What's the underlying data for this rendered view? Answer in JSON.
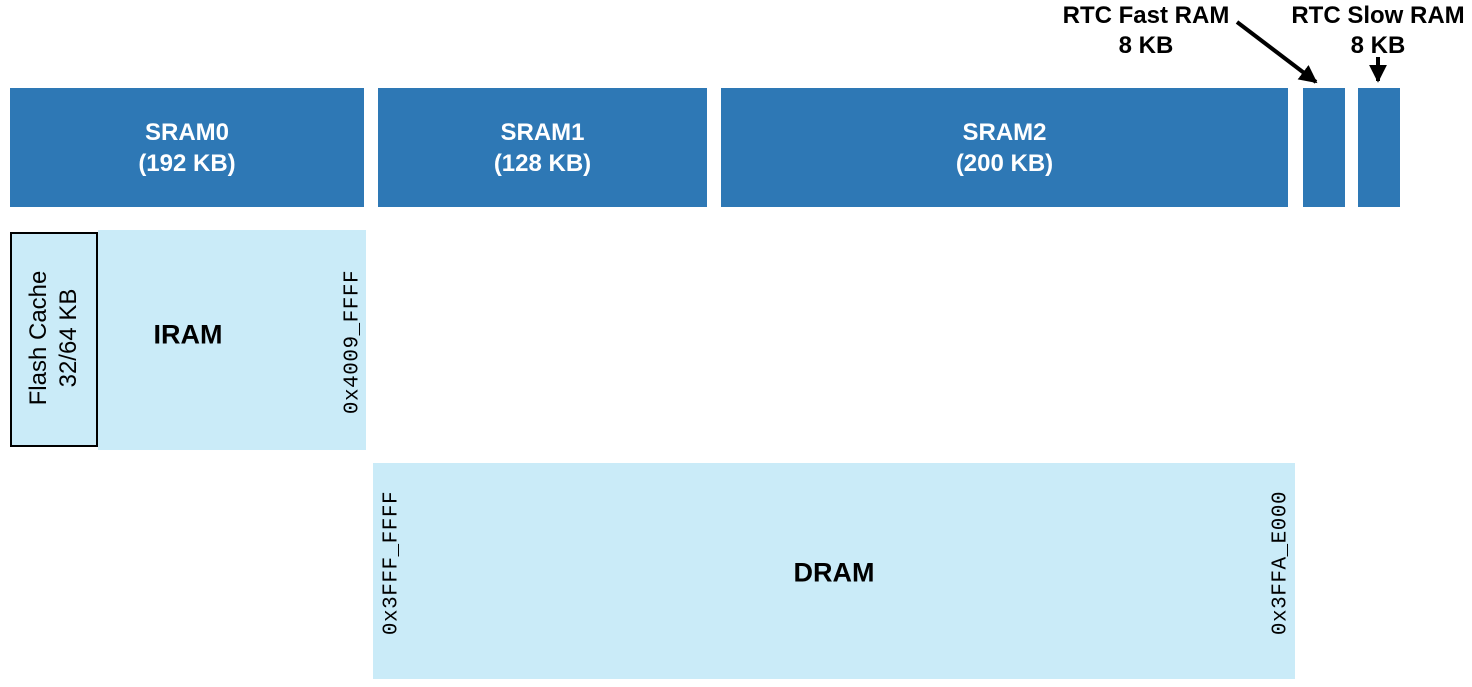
{
  "colors": {
    "block_blue": "#2E78B5",
    "block_light_blue": "#CAEBF8",
    "label_on_blue": "#FFFFFF",
    "label_text": "#000000",
    "line_color": "#000000"
  },
  "sram_blocks": [
    {
      "name": "SRAM0",
      "size": "(192 KB)"
    },
    {
      "name": "SRAM1",
      "size": "(128 KB)"
    },
    {
      "name": "SRAM2",
      "size": "(200 KB)"
    }
  ],
  "rtc_labels": [
    {
      "title": "RTC Fast RAM",
      "size": "8 KB"
    },
    {
      "title": "RTC Slow RAM",
      "size": "8 KB"
    }
  ],
  "flash_cache": {
    "line1": "Flash Cache",
    "line2": "32/64 KB"
  },
  "iram": {
    "label": "IRAM",
    "end_address": "0x4009_FFFF"
  },
  "dram": {
    "label": "DRAM",
    "start_address": "0x3FFF_FFFF",
    "end_address": "0x3FFA_E000"
  }
}
